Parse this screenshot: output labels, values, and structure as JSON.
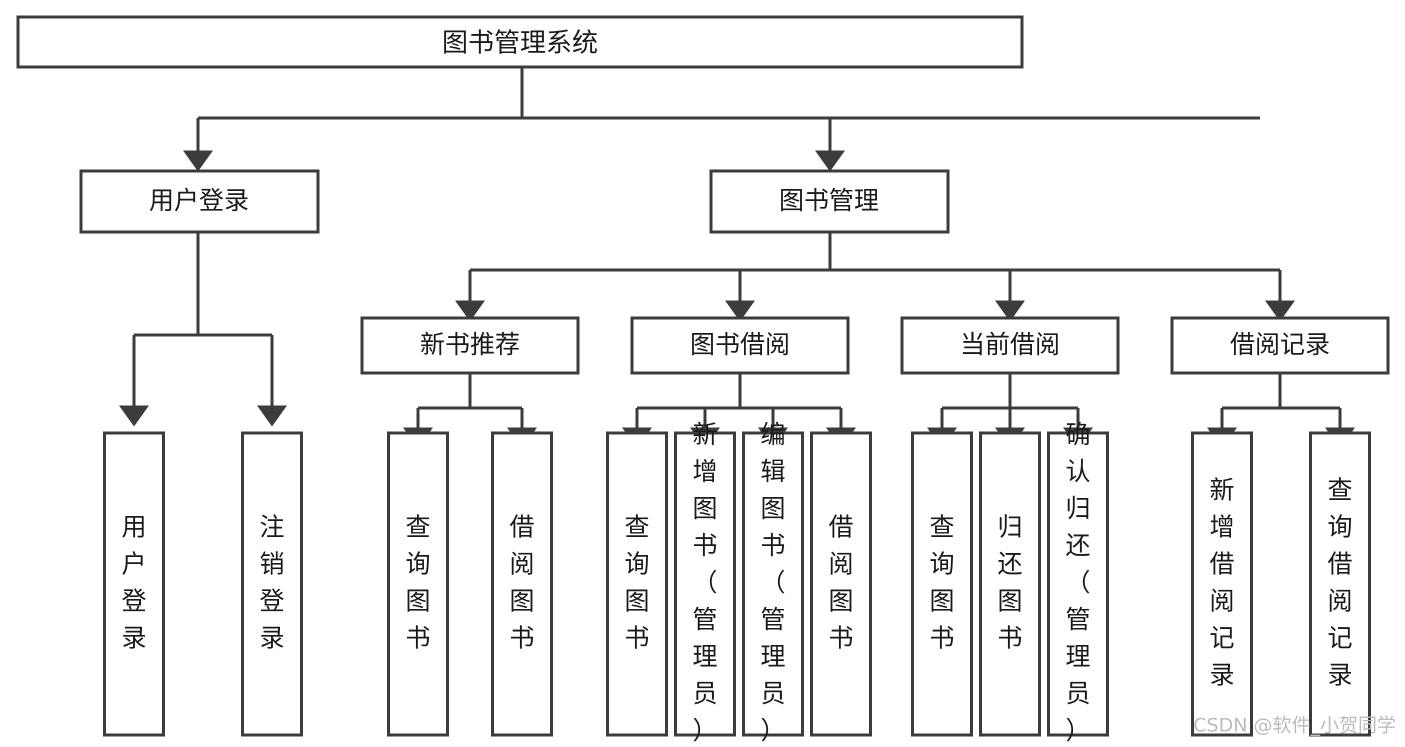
{
  "diagram": {
    "title": "图书管理系统",
    "type": "tree-hierarchy-diagram",
    "colors": {
      "stroke": "#3c3c3c",
      "fill": "#ffffff",
      "text": "#1a1a1a",
      "watermark": "#bcbcbc"
    },
    "root": {
      "label": "图书管理系统"
    },
    "level2": [
      {
        "label": "用户登录"
      },
      {
        "label": "图书管理"
      }
    ],
    "level3": [
      {
        "label": "新书推荐"
      },
      {
        "label": "图书借阅"
      },
      {
        "label": "当前借阅"
      },
      {
        "label": "借阅记录"
      }
    ],
    "leaves": {
      "user_login": [
        {
          "label": "用户登录"
        },
        {
          "label": "注销登录"
        }
      ],
      "new_book_recommend": [
        {
          "label": "查询图书"
        },
        {
          "label": "借阅图书"
        }
      ],
      "book_borrow": [
        {
          "label": "查询图书"
        },
        {
          "label": "新增图书（管理员）"
        },
        {
          "label": "编辑图书（管理员）"
        },
        {
          "label": "借阅图书"
        }
      ],
      "current_borrow": [
        {
          "label": "查询图书"
        },
        {
          "label": "归还图书"
        },
        {
          "label": "确认归还（管理员）"
        }
      ],
      "borrow_record": [
        {
          "label": "新增借阅记录"
        },
        {
          "label": "查询借阅记录"
        }
      ]
    },
    "watermark": "CSDN @软件_小贺同学"
  }
}
